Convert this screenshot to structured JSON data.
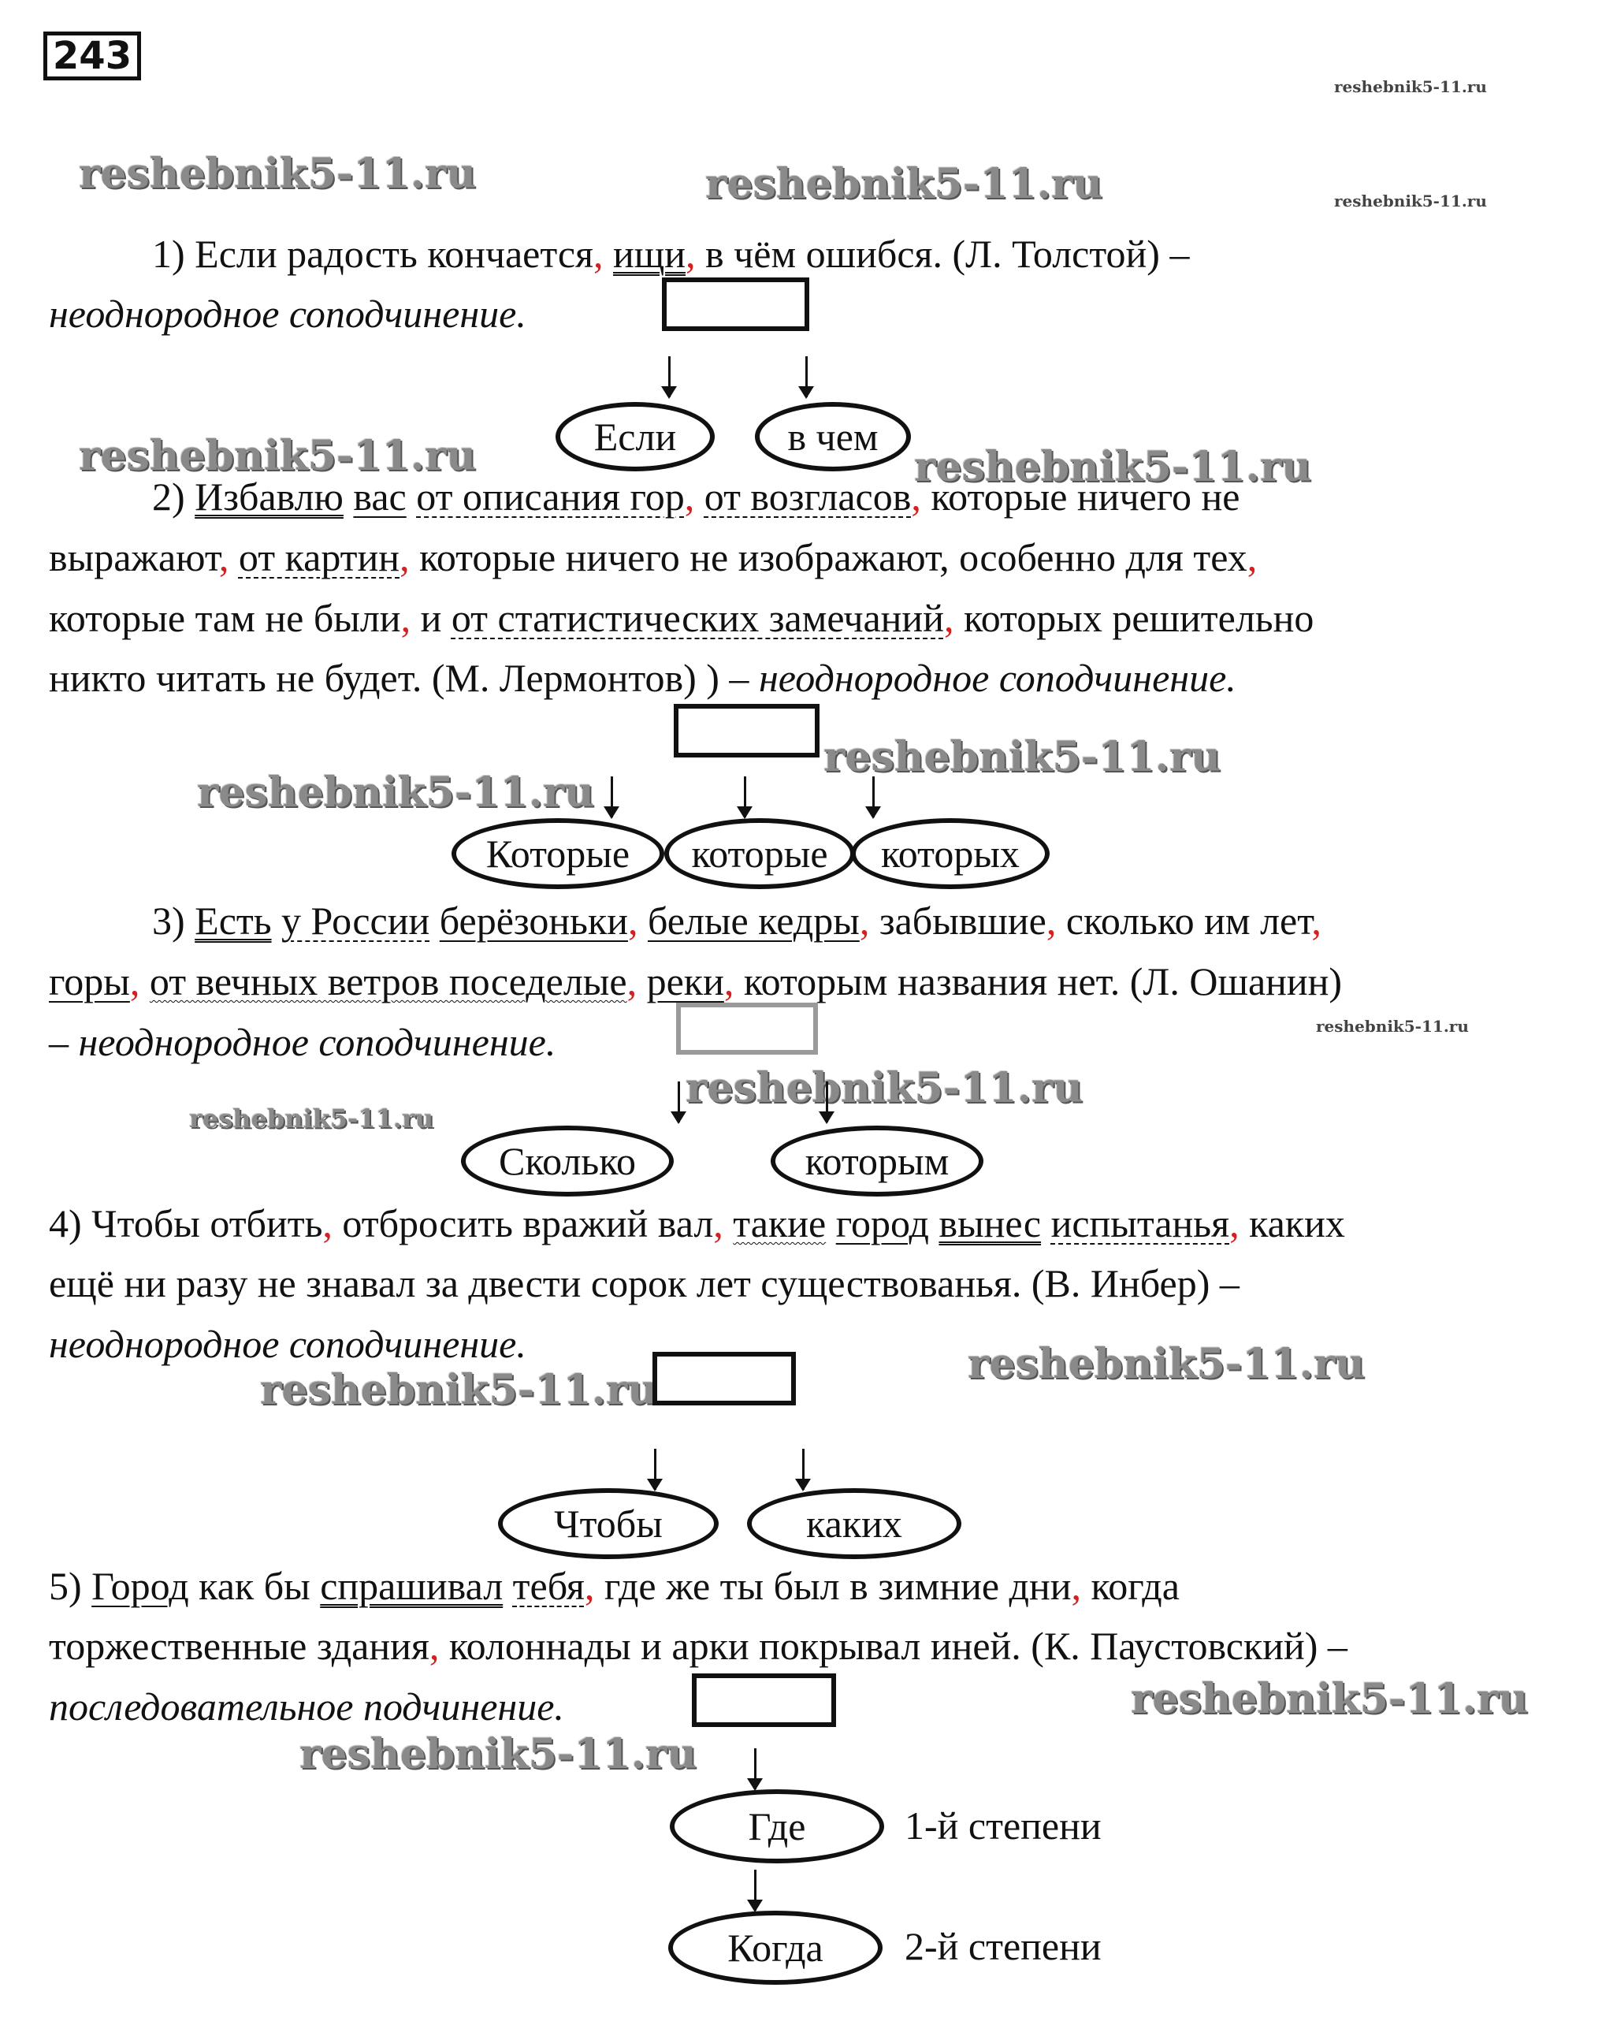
{
  "exercise_number": "243",
  "watermarks": {
    "big": "reshebnik5-11.ru",
    "small": "reshebnik5-11.ru"
  },
  "s1": {
    "part1": "1) Если радость кончается",
    "word_ishchi": "ищи",
    "part2": " в чём ошибся. (Л. Толстой) –",
    "type": "неоднородное соподчинение.",
    "ovals": [
      "Если",
      "в чем"
    ]
  },
  "s2": {
    "l1": {
      "a": "2) ",
      "b": "Избавлю",
      "c": "вас",
      "d": "от описания гор",
      "e": "от возгласов",
      "f": " которые ничего не"
    },
    "l2": {
      "a": "выражают",
      "b": "от картин",
      "c": " которые ничего не изображают, особенно для тех"
    },
    "l3": {
      "a": "которые там не были",
      "b": " и ",
      "c": "от статистических замечаний",
      "d": " которых решительно"
    },
    "l4": {
      "a": "никто читать не будет. (М. Лермонтов) ) – ",
      "b": "неоднородное соподчинение."
    },
    "ovals": [
      "Которые",
      "которые",
      "которых"
    ]
  },
  "s3": {
    "l1": {
      "a": "3) ",
      "b": "Есть",
      "c": "у России",
      "d": "берёзоньки",
      "e": "белые кедры",
      "f": " забывшие",
      "g": " сколько им лет"
    },
    "l2": {
      "a": "горы",
      "b": "от вечных ветров поседелые",
      "c": "реки",
      "d": " которым названия нет. (Л. Ошанин)"
    },
    "l3": "– неоднородное соподчинение.",
    "ovals": [
      "Сколько",
      "которым"
    ]
  },
  "s4": {
    "l1": {
      "a": "4) Чтобы отбить",
      "b": " отбросить вражий вал",
      "c": "такие",
      "d": "город",
      "e": "вынес",
      "f": "испытанья",
      "g": " каких"
    },
    "l2": "ещё ни разу не знавал за двести сорок лет существованья. (В. Инбер) –",
    "type": "неоднородное соподчинение.",
    "ovals": [
      "Чтобы",
      "каких"
    ]
  },
  "s5": {
    "l1": {
      "a": "5) ",
      "b": "Город",
      "c": " как бы ",
      "d": "спрашивал",
      "e": "тебя",
      "f": " где же ты был в зимние дни",
      "g": " когда"
    },
    "l2": {
      "a": "торжественные здания",
      "b": " колоннады и арки покрывал иней. (К. Паустовский) –"
    },
    "type": "последовательное подчинение.",
    "ovals": [
      "Где",
      "Когда"
    ],
    "degrees": [
      "1-й степени",
      "2-й степени"
    ]
  }
}
